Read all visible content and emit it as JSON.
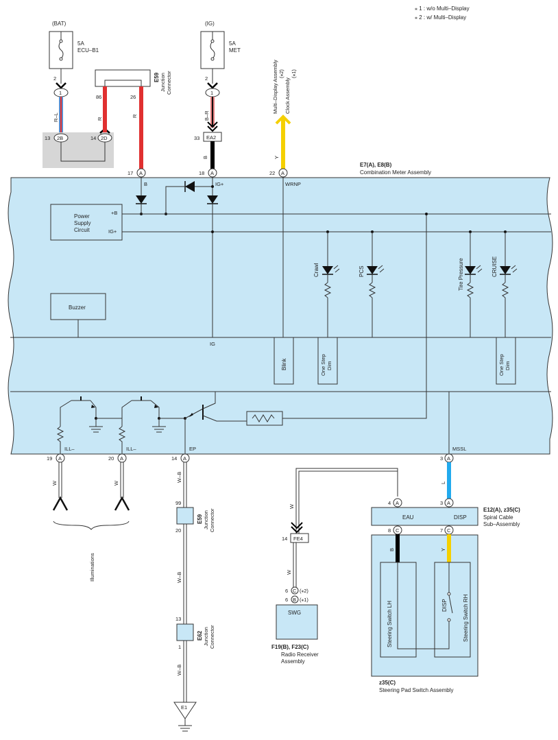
{
  "notes": {
    "n1": "⁎ 1 : w/o Multi–Display",
    "n2": "⁎ 2 : w/ Multi–Display"
  },
  "fuses": {
    "bat": {
      "source": "(BAT)",
      "amp": "5A",
      "name": "ECU–B1",
      "pin": "2"
    },
    "ig": {
      "source": "(IG)",
      "amp": "5A",
      "name": "MET",
      "pin": "2"
    }
  },
  "j_e59_top": {
    "code": "E59",
    "name1": "Junction",
    "name2": "Connector",
    "pin_left": "86",
    "pin_right": "26"
  },
  "j_e59_mid": {
    "code": "E59",
    "name1": "Junction",
    "name2": "Connector",
    "pin_top": "99",
    "pin_bottom": "20"
  },
  "j_e62": {
    "code": "E62",
    "name1": "Junction",
    "name2": "Connector",
    "pin_top": "13",
    "pin_bottom": "1"
  },
  "connectors": {
    "c1a": "1",
    "c1b": "1",
    "c2b": "2B",
    "c2d": "2D",
    "c2b_pin": "13",
    "c2d_pin": "14",
    "ea2": "EA2",
    "ea2_pin": "33",
    "fe4": "FE4",
    "fe4_pin": "14",
    "e1": "E1",
    "a": "A",
    "b": "B",
    "c": "C"
  },
  "wires": {
    "rl": "R–L",
    "r": "R",
    "br": "B–R",
    "b": "B",
    "y": "Y",
    "w": "W",
    "wb": "W–B",
    "l": "L"
  },
  "meter": {
    "codes": "E7(A), E8(B)",
    "name": "Combination Meter Assembly",
    "pins": {
      "p17": "17",
      "p18": "18",
      "p22": "22",
      "p19": "19",
      "p20": "20",
      "p14": "14",
      "p3": "3"
    },
    "labels": {
      "b": "B",
      "ig_plus": "IG+",
      "wrnp": "WRNP",
      "plus_b": "+B",
      "ig_plus2": "IG+",
      "ig": "IG",
      "ill1": "ILL–",
      "ill2": "ILL–",
      "ep": "EP",
      "mssl": "MSSL"
    },
    "power": {
      "l1": "Power",
      "l2": "Supply",
      "l3": "Circuit"
    },
    "buzzer": "Buzzer",
    "leds": {
      "crawl": "Crawl",
      "pcs": "PCS",
      "tire": "Tire Pressure",
      "cruise": "CRUISE"
    },
    "blink": "Blink",
    "dim1": {
      "l1": "One Step",
      "l2": "Dim"
    },
    "dim2": {
      "l1": "One Step",
      "l2": "Dim"
    }
  },
  "multi_display": {
    "l1": "Multi–Display Assembly",
    "l2": "(⁎2)",
    "l3": "Clock Assembly",
    "l4": "(⁎1)"
  },
  "illuminations": "Illuminations",
  "spiral": {
    "codes": "E12(A), z35(C)",
    "name1": "Spiral Cable",
    "name2": "Sub–Assembly",
    "eau": "EAU",
    "disp": "DISP",
    "p4": "4",
    "p3": "3",
    "p8": "8",
    "p7": "7"
  },
  "radio": {
    "swg": "SWG",
    "codes": "F19(B), F23(C)",
    "name1": "Radio Receiver",
    "name2": "Assembly",
    "p6a": "6",
    "p6b": "6",
    "n2": "(⁎2)",
    "n1": "(⁎1)"
  },
  "steering": {
    "codes": "z35(C)",
    "name": "Steering Pad Switch Assembly",
    "lh": "Steering Switch LH",
    "rh": "Steering Switch RH",
    "disp": "DISP"
  },
  "colors": {
    "meter_bg": "#c8e7f6",
    "red": "#e03030",
    "pink": "#e88080",
    "blue_wire": "#5a8fd0",
    "yellow": "#f5d000",
    "black": "#000000",
    "cyan": "#22aaee",
    "gray": "#d6d6d6"
  }
}
